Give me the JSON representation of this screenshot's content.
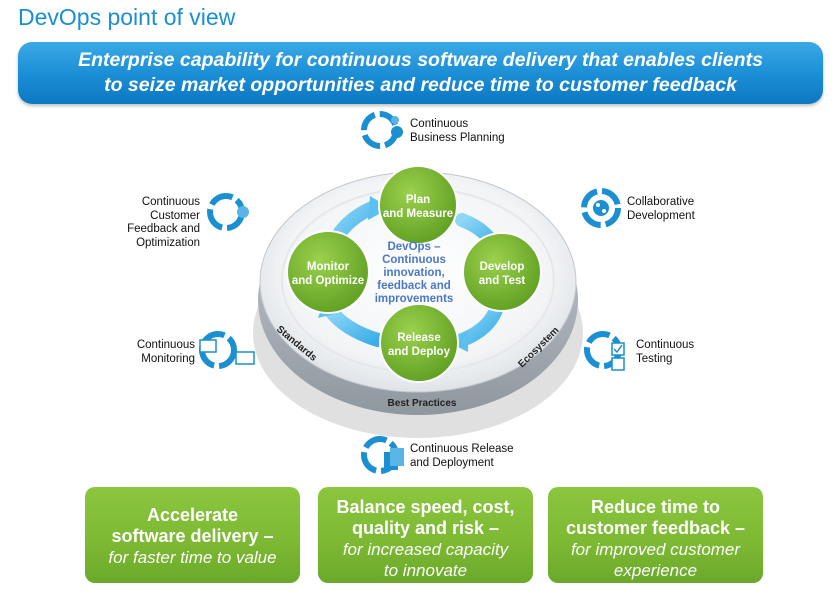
{
  "title": "DevOps point of view",
  "banner": {
    "line1": "Enterprise capability for continuous software delivery that enables clients",
    "line2": "to seize market opportunities and reduce time to customer feedback"
  },
  "cycle": {
    "center": [
      "DevOps –",
      "Continuous",
      "innovation,",
      "feedback and",
      "improvements"
    ],
    "nodes": {
      "plan": [
        "Plan",
        "and Measure"
      ],
      "develop": [
        "Develop",
        "and Test"
      ],
      "release": [
        "Release",
        "and Deploy"
      ],
      "monitor": [
        "Monitor",
        "and Optimize"
      ]
    },
    "rim": {
      "standards": "Standards",
      "best_practices": "Best Practices",
      "ecosystem": "Ecosystem"
    }
  },
  "capabilities": {
    "business_planning": [
      "Continuous",
      "Business Planning"
    ],
    "collaborative_dev": [
      "Collaborative",
      "Development"
    ],
    "testing": [
      "Continuous",
      "Testing"
    ],
    "release_deploy": [
      "Continuous Release",
      "and Deployment"
    ],
    "monitoring": [
      "Continuous",
      "Monitoring"
    ],
    "feedback": [
      "Continuous",
      "Customer",
      "Feedback and",
      "Optimization"
    ]
  },
  "outcomes": [
    {
      "heading": [
        "Accelerate",
        "software delivery –"
      ],
      "sub": [
        "for faster time to value"
      ]
    },
    {
      "heading": [
        "Balance speed, cost,",
        "quality and risk –"
      ],
      "sub": [
        "for increased capacity",
        "to innovate"
      ]
    },
    {
      "heading": [
        "Reduce time to",
        "customer feedback –"
      ],
      "sub": [
        "for improved customer",
        "experience"
      ]
    }
  ],
  "colors": {
    "accent_blue": "#1a8fd1",
    "node_green": "#7cb832",
    "arrow_blue": "#5bc0f0"
  }
}
